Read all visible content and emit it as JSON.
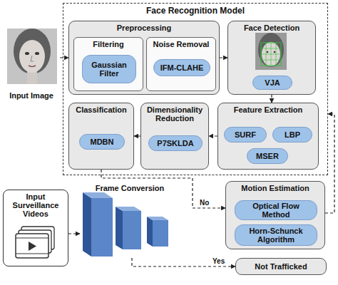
{
  "diagram": {
    "nodes": [
      {
        "text": [
          "Face Recognition Model"
        ]
      },
      {
        "text": [
          "Input Image"
        ]
      },
      {
        "text": [
          "Preprocessing"
        ],
        "in": 0
      },
      {
        "text": [
          "Filtering"
        ],
        "in": 2
      },
      {
        "text": [
          "Gaussian Filter"
        ],
        "in": 3
      },
      {
        "text": [
          "Noise Removal"
        ],
        "in": 2
      },
      {
        "text": [
          "IFM-CLAHE"
        ],
        "in": 5
      },
      {
        "text": [
          "Face Detection"
        ],
        "in": 0
      },
      {
        "text": [
          "VJA"
        ],
        "in": 7
      },
      {
        "text": [
          "Classification"
        ],
        "in": 0
      },
      {
        "text": [
          "MDBN"
        ],
        "in": 9
      },
      {
        "text": [
          "Dimensionality Reduction"
        ],
        "in": 0
      },
      {
        "text": [
          "P7SKLDA"
        ],
        "in": 11
      },
      {
        "text": [
          "Feature Extraction"
        ],
        "in": 0
      },
      {
        "text": [
          "SURF"
        ],
        "in": 13
      },
      {
        "text": [
          "LBP"
        ],
        "in": 13
      },
      {
        "text": [
          "MSER"
        ],
        "in": 13
      },
      {
        "text": [
          "Input Surveillance Videos"
        ]
      },
      {
        "text": [
          "Frame Conversion"
        ]
      },
      {
        "text": [
          "Motion Estimation"
        ]
      },
      {
        "text": [
          "Optical Flow Method"
        ],
        "in": 19
      },
      {
        "text": [
          "Horn-Schunck Algorithm"
        ],
        "in": 19
      },
      {
        "text": [
          "Not Trafficked"
        ]
      }
    ],
    "edges": [
      {
        "from": 1,
        "to": 2,
        "arrow": "to"
      },
      {
        "from": 2,
        "to": 7,
        "arrow": "to"
      },
      {
        "from": 7,
        "to": 13,
        "arrow": "to"
      },
      {
        "from": 13,
        "to": 11,
        "arrow": "to"
      },
      {
        "from": 11,
        "to": 9,
        "arrow": "to"
      },
      {
        "from": 17,
        "to": 18,
        "arrow": "to"
      },
      {
        "from": 9,
        "to": 19,
        "label": "No",
        "arrow": "to"
      },
      {
        "from": 18,
        "to": 22,
        "label": "Yes",
        "arrow": "to"
      },
      {
        "from": 19,
        "to": 0,
        "arrow": "to"
      }
    ]
  }
}
